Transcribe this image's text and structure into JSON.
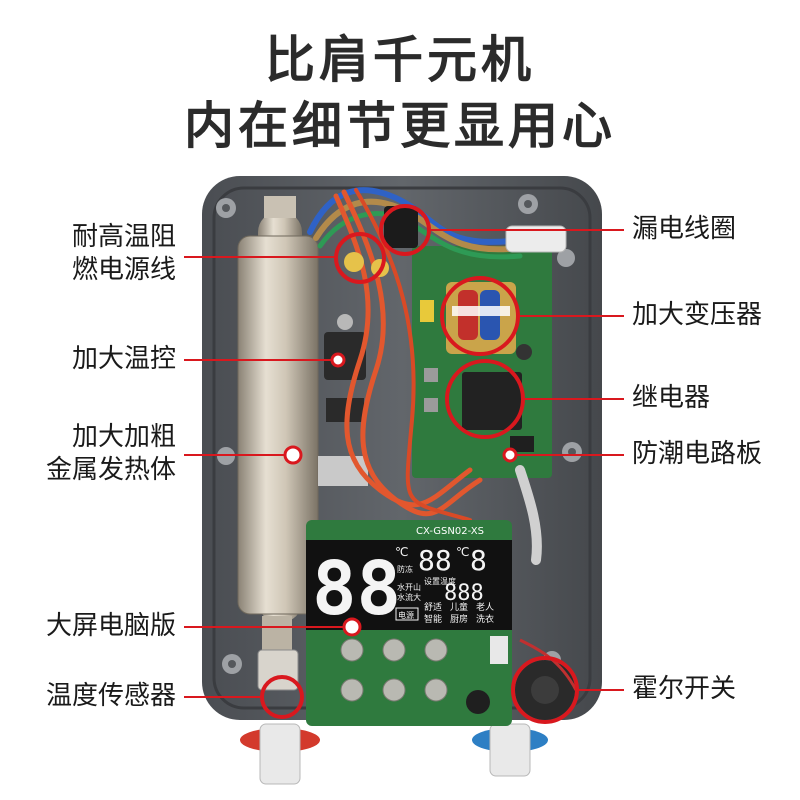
{
  "headline": {
    "line1": "比肩千元机",
    "line2": "内在细节更显用心"
  },
  "device": {
    "pcb_model": "CX-GSN02-XS",
    "display_big_digits": "88",
    "display_temp_digits": "88",
    "display_digit_small": "8",
    "display_flow_digits": "888",
    "display_unit_c": "℃",
    "display_mode_1": "舒适",
    "display_mode_2": "儿童",
    "display_mode_3": "老人",
    "display_mode_4": "智能",
    "display_mode_5": "厨房",
    "display_mode_6": "洗衣",
    "display_label_power": "电源",
    "display_label_water": "水开山",
    "display_label_flow": "水流大",
    "display_label_sleep": "防冻",
    "display_label_set": "设置温度"
  },
  "callouts": {
    "wire": "耐高温阻\n燃电源线",
    "thermostat": "加大温控",
    "heater": "加大加粗\n金属发热体",
    "board": "大屏电脑版",
    "sensor": "温度传感器",
    "leak_coil": "漏电线圈",
    "transformer": "加大变压器",
    "relay": "继电器",
    "pcb": "防潮电路板",
    "hall": "霍尔开关"
  },
  "colors": {
    "callout_red": "#d9181e",
    "casing": "#5a5d62",
    "pcb_green": "#2f7a3e",
    "display_black": "#111111"
  }
}
